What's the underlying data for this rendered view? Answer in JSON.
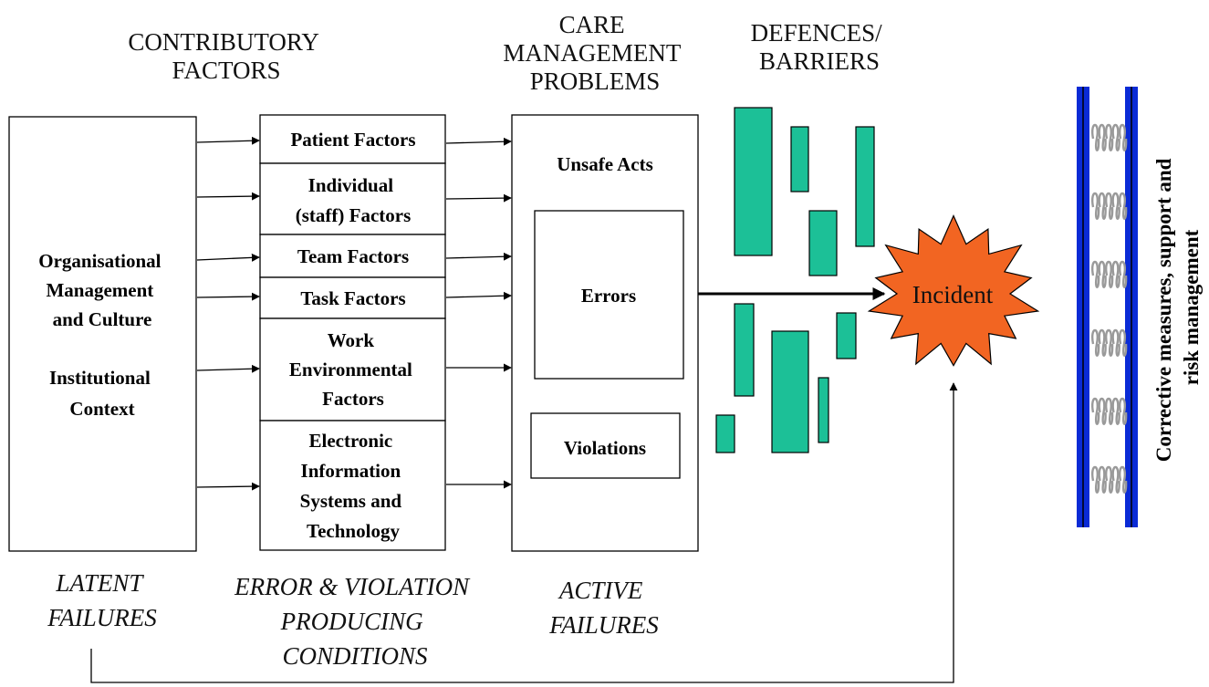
{
  "headers": {
    "contributory": [
      "CONTRIBUTORY",
      "FACTORS"
    ],
    "care": [
      "CARE",
      "MANAGEMENT",
      "PROBLEMS"
    ],
    "defences": [
      "DEFENCES/",
      "BARRIERS"
    ]
  },
  "organisational": {
    "lines_1": [
      "Organisational",
      "Management",
      "and Culture"
    ],
    "lines_2": [
      "Institutional",
      "Context"
    ]
  },
  "factors": [
    {
      "lines": [
        "Patient Factors"
      ]
    },
    {
      "lines": [
        "Individual",
        "(staff)  Factors"
      ]
    },
    {
      "lines": [
        "Team Factors"
      ]
    },
    {
      "lines": [
        "Task Factors"
      ]
    },
    {
      "lines": [
        "Work",
        "Environmental",
        "Factors"
      ]
    },
    {
      "lines": [
        "Electronic",
        "Information",
        "Systems and",
        "Technology"
      ]
    }
  ],
  "care_problems": {
    "unsafe_acts": "Unsafe Acts",
    "errors": "Errors",
    "violations": "Violations"
  },
  "incident": "Incident",
  "corrective": [
    "Corrective measures, support and",
    "risk management"
  ],
  "bottom_labels": {
    "latent": [
      "LATENT",
      "FAILURES"
    ],
    "error_violation": [
      "ERROR & VIOLATION",
      "PRODUCING",
      "CONDITIONS"
    ],
    "active": [
      "ACTIVE",
      "FAILURES"
    ]
  },
  "colors": {
    "barrier_fill": "#1cc097",
    "incident_fill": "#f26522",
    "pillar_blue": "#0a2bd6",
    "spring_grey": "#9a9a9a"
  }
}
